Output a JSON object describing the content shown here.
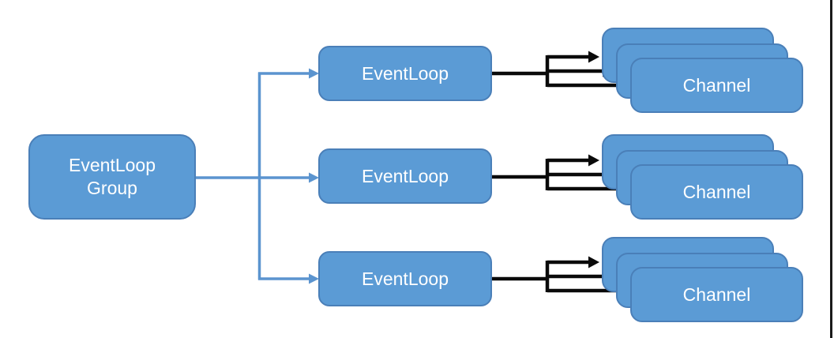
{
  "diagram": {
    "group": {
      "line1": "EventLoop",
      "line2": "Group"
    },
    "rows": [
      {
        "eventloop_label": "EventLoop",
        "channel_label": "Channel",
        "channels_stacked": 3
      },
      {
        "eventloop_label": "EventLoop",
        "channel_label": "Channel",
        "channels_stacked": 3
      },
      {
        "eventloop_label": "EventLoop",
        "channel_label": "Channel",
        "channels_stacked": 3
      }
    ],
    "colors": {
      "box_fill": "#5b9bd5",
      "box_border": "#4a7fb8",
      "box_text": "#ffffff",
      "blue_connector": "#5b94cf",
      "black_connector": "#0a0a0a",
      "right_border": "#1a1a1a",
      "background": "#ffffff"
    }
  }
}
